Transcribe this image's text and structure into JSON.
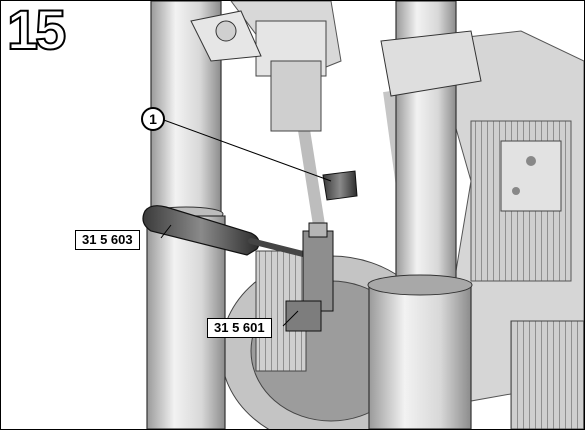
{
  "figure": {
    "step_number": "15",
    "callout": "1",
    "tool_labels": [
      "31 5 603",
      "31 5 601"
    ]
  }
}
